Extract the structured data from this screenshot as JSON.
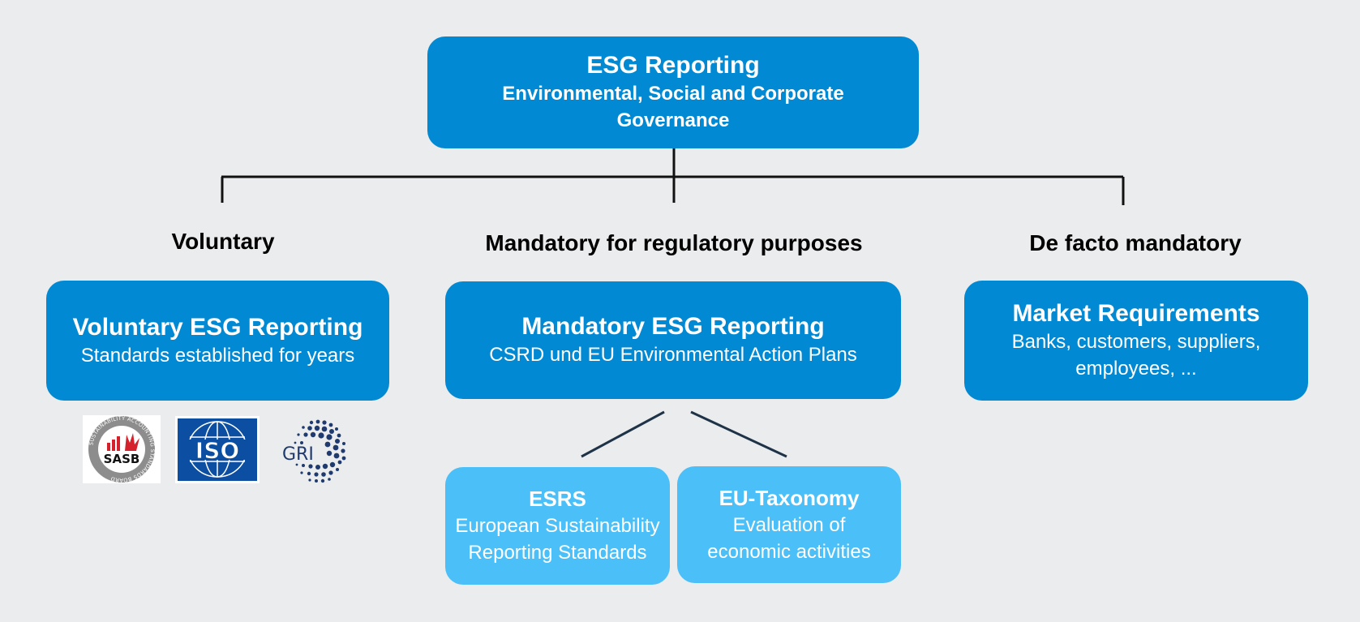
{
  "top": {
    "title": "ESG Reporting",
    "subtitle": "Environmental, Social and Corporate Governance"
  },
  "categories": {
    "voluntary": "Voluntary",
    "mandatory": "Mandatory for regulatory purposes",
    "defacto": "De facto mandatory"
  },
  "boxes": {
    "voluntary": {
      "title": "Voluntary ESG Reporting",
      "subtitle": "Standards established for years"
    },
    "mandatory": {
      "title": "Mandatory ESG Reporting",
      "subtitle": "CSRD und EU Environmental Action Plans"
    },
    "market": {
      "title": "Market Requirements",
      "subtitle": "Banks, customers, suppliers, employees, ..."
    }
  },
  "sub_boxes": {
    "esrs": {
      "title": "ESRS",
      "subtitle": "European Sustainability Reporting Standards"
    },
    "taxonomy": {
      "title": "EU-Taxonomy",
      "subtitle": "Evaluation of economic activities"
    }
  },
  "logos": {
    "sasb": {
      "text": "SASB",
      "ring_text": "SUSTAINABILITY ACCOUNTING STANDARDS BOARD"
    },
    "iso": {
      "text": "ISO"
    },
    "gri": {
      "text": "GRI"
    }
  },
  "colors": {
    "primary_box": "#0289d3",
    "secondary_box": "#4bbff7",
    "background": "#ebeced",
    "connector": "#111111"
  }
}
